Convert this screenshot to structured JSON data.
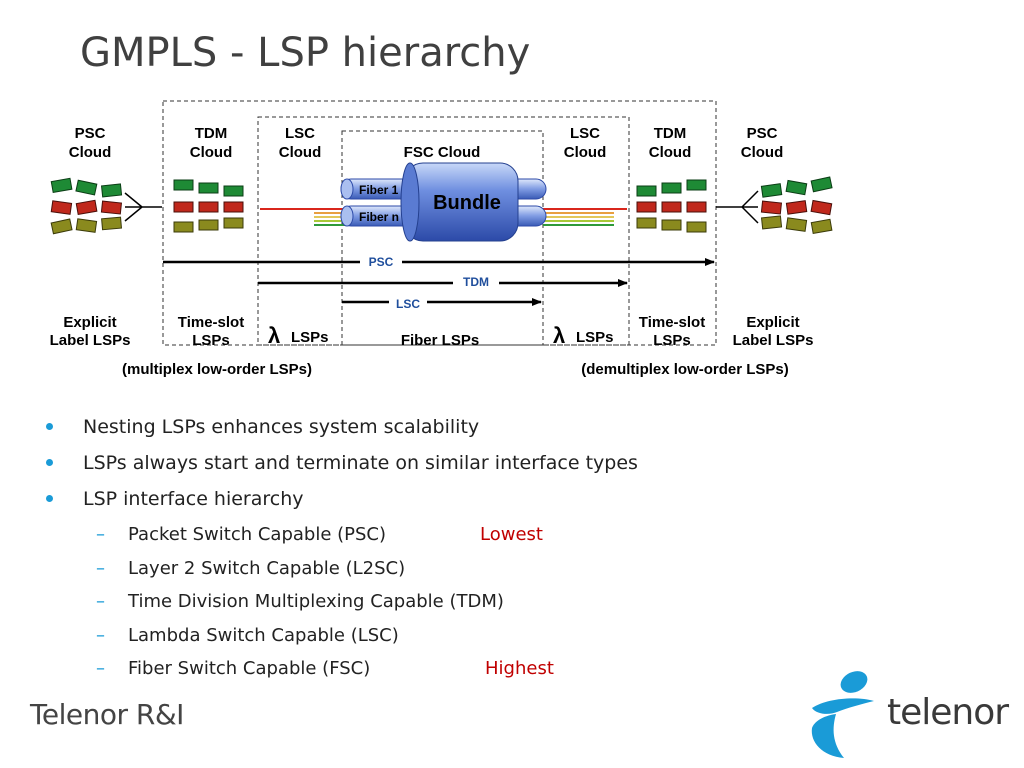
{
  "slide": {
    "title": "GMPLS - LSP hierarchy"
  },
  "diagram": {
    "clouds": [
      {
        "line1": "PSC",
        "line2": "Cloud"
      },
      {
        "line1": "TDM",
        "line2": "Cloud"
      },
      {
        "line1": "LSC",
        "line2": "Cloud"
      },
      {
        "line1": "FSC Cloud",
        "line2": ""
      },
      {
        "line1": "LSC",
        "line2": "Cloud"
      },
      {
        "line1": "TDM",
        "line2": "Cloud"
      },
      {
        "line1": "PSC",
        "line2": "Cloud"
      }
    ],
    "bundle": {
      "label": "Bundle",
      "fiber_1": "Fiber 1",
      "fiber_n": "Fiber n"
    },
    "arrows": {
      "psc": "PSC",
      "tdm": "TDM",
      "lsc": "LSC"
    },
    "lsp_labels": [
      {
        "line1": "Explicit",
        "line2": "Label LSPs"
      },
      {
        "line1": "Time-slot",
        "line2": "LSPs"
      },
      {
        "symbol": "λ",
        "text": "LSPs"
      },
      {
        "line1": "Fiber LSPs",
        "line2": ""
      },
      {
        "symbol": "λ",
        "text": "LSPs"
      },
      {
        "line1": "Time-slot",
        "line2": "LSPs"
      },
      {
        "line1": "Explicit",
        "line2": "Label LSPs"
      }
    ],
    "multiplex_note": "(multiplex low-order LSPs)",
    "demultiplex_note": "(demultiplex low-order LSPs)"
  },
  "bullets": [
    "Nesting LSPs enhances system scalability",
    "LSPs always start and terminate on similar interface types",
    "LSP interface hierarchy"
  ],
  "sub_bullets": [
    {
      "text": "Packet Switch Capable (PSC)",
      "note": "Lowest"
    },
    {
      "text": "Layer 2 Switch Capable (L2SC)",
      "note": ""
    },
    {
      "text": "Time Division Multiplexing Capable (TDM)",
      "note": ""
    },
    {
      "text": "Lambda Switch Capable (LSC)",
      "note": ""
    },
    {
      "text": "Fiber Switch Capable (FSC)",
      "note": "Highest"
    }
  ],
  "footer": {
    "left_text": "Telenor R&I",
    "logo_text": "telenor",
    "logo_name": "telenor-logo-icon"
  },
  "colors": {
    "accent": "#1a9bd7",
    "bullet_note": "#c00000",
    "arrow_label": "#1f4e9c",
    "green": "#1e8a35",
    "red": "#c0281c",
    "olive": "#8a8a1e",
    "bundle_blue": "#3a63c0"
  }
}
